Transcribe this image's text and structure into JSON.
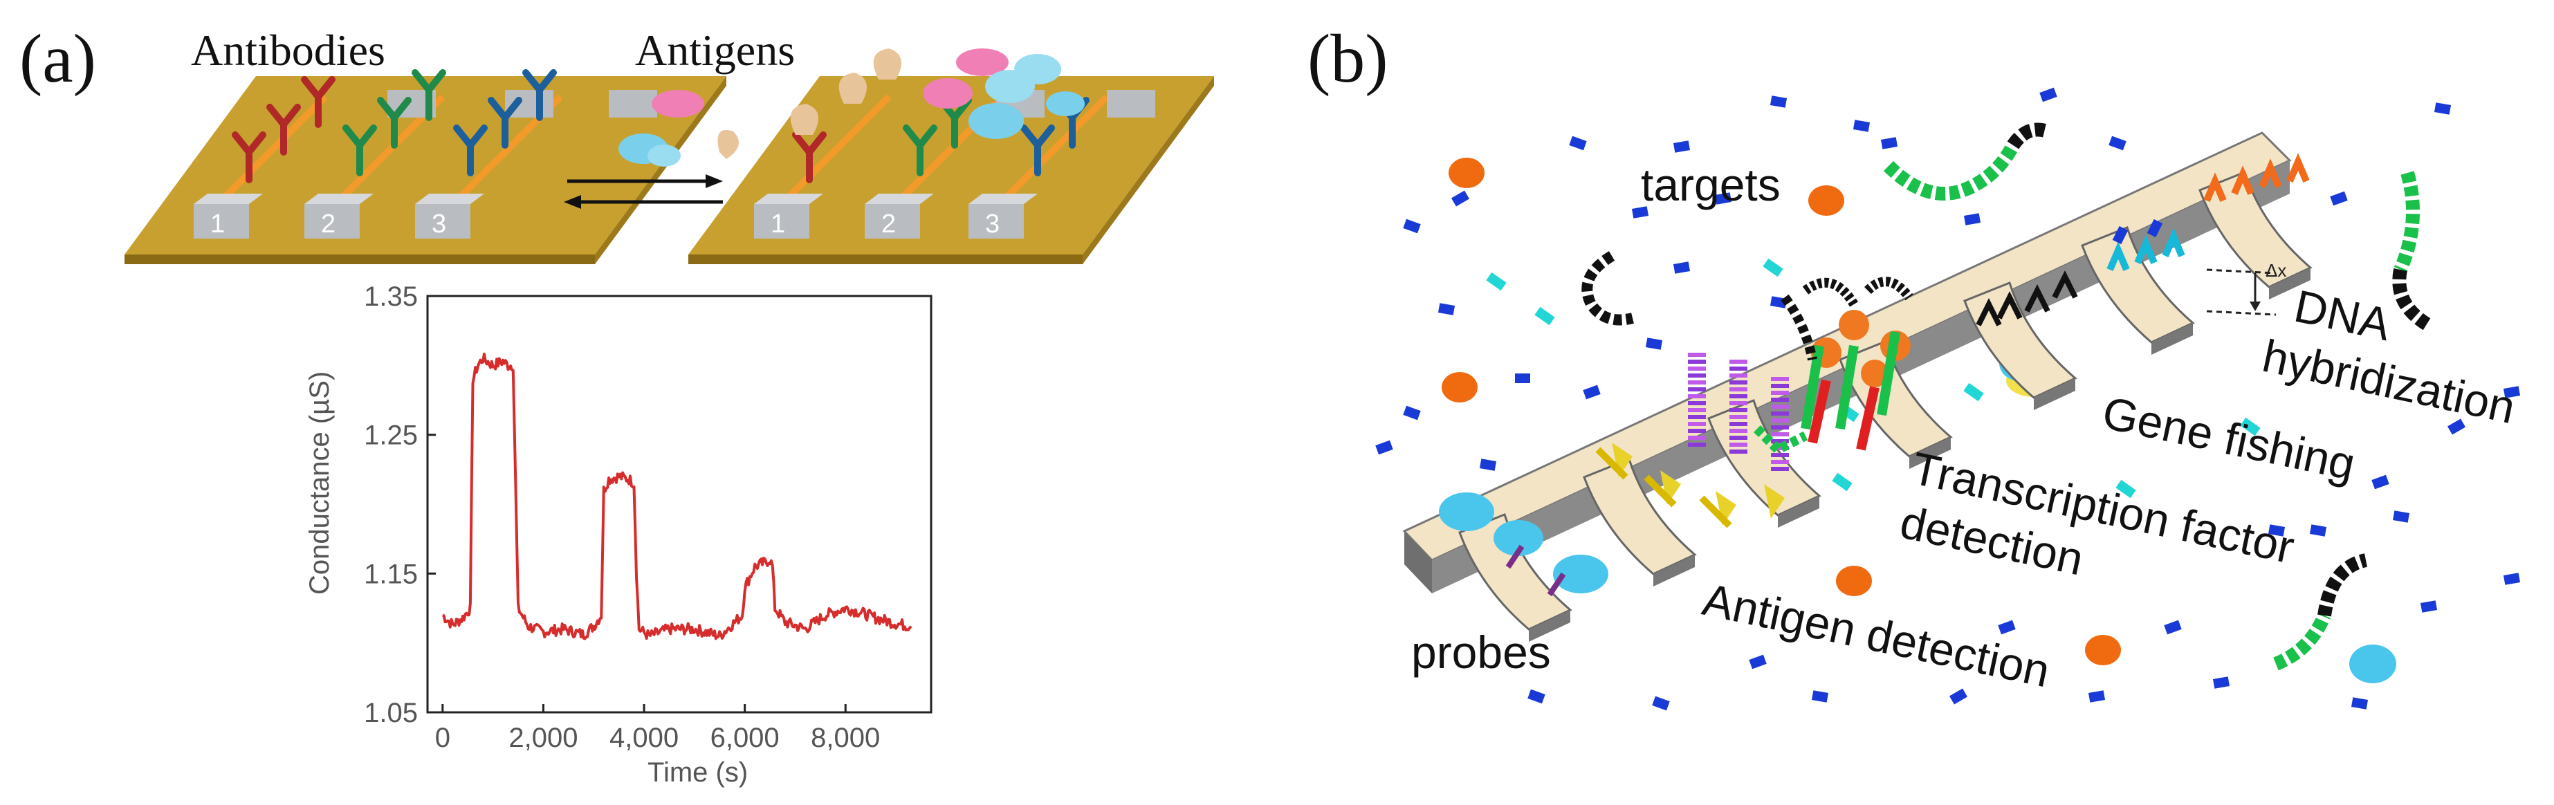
{
  "panel_a": {
    "label": "(a)",
    "left_title": "Antibodies",
    "right_title": "Antigens",
    "chip_numbers": [
      "1",
      "2",
      "3"
    ]
  },
  "chart_data": {
    "type": "line",
    "title": "",
    "xlabel": "Time (s)",
    "ylabel": "Conductance (µS)",
    "xlim": [
      -300,
      9700
    ],
    "ylim": [
      1.05,
      1.35
    ],
    "xticks": [
      0,
      2000,
      4000,
      6000,
      8000
    ],
    "xtick_labels": [
      "0",
      "2,000",
      "4,000",
      "6,000",
      "8,000"
    ],
    "yticks": [
      1.05,
      1.15,
      1.25,
      1.35
    ],
    "ytick_labels": [
      "1.05",
      "1.15",
      "1.25",
      "1.35"
    ],
    "grid": false,
    "color": "#d62c2c",
    "series": [
      {
        "x": [
          0,
          200,
          400,
          550,
          600,
          700,
          800,
          1000,
          1200,
          1300,
          1400,
          1500,
          1700,
          2000,
          2400,
          2800,
          3000,
          3150,
          3200,
          3300,
          3500,
          3700,
          3800,
          3850,
          3900,
          4100,
          4500,
          5000,
          5500,
          5800,
          5950,
          6000,
          6200,
          6400,
          6500,
          6550,
          6600,
          6800,
          7200,
          7600,
          8000,
          8300,
          8600,
          9000,
          9300
        ],
        "y": [
          1.12,
          1.113,
          1.118,
          1.125,
          1.29,
          1.3,
          1.305,
          1.3,
          1.303,
          1.3,
          1.3,
          1.125,
          1.112,
          1.108,
          1.11,
          1.106,
          1.112,
          1.12,
          1.21,
          1.218,
          1.22,
          1.218,
          1.215,
          1.15,
          1.11,
          1.105,
          1.11,
          1.11,
          1.105,
          1.115,
          1.12,
          1.14,
          1.155,
          1.158,
          1.16,
          1.155,
          1.125,
          1.115,
          1.11,
          1.12,
          1.125,
          1.122,
          1.118,
          1.114,
          1.112
        ]
      }
    ]
  },
  "panel_b": {
    "label": "(b)",
    "targets": "targets",
    "dna_1": "DNA",
    "dna_2": "hybridization",
    "gene_fishing": "Gene fishing",
    "tf_1": "Transcription factor",
    "tf_2": "detection",
    "antigen": "Antigen detection",
    "probes": "probes",
    "delta_x": "Δx"
  }
}
